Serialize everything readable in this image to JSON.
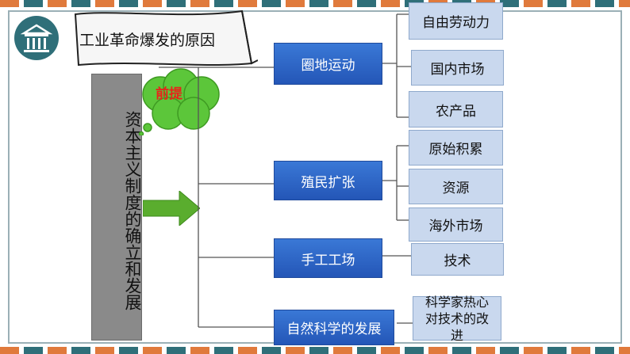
{
  "title": "工业革命爆发的原因",
  "center": "资本主义制度的确立和发展",
  "cloud_label": "前提",
  "causes": [
    {
      "label": "圈地运动",
      "effects": [
        "自由劳动力",
        "国内市场",
        "农产品"
      ]
    },
    {
      "label": "殖民扩张",
      "effects": [
        "原始积累",
        "资源",
        "海外市场"
      ]
    },
    {
      "label": "手工工场",
      "effects": [
        "技术"
      ]
    },
    {
      "label": "自然科学的发展",
      "effects": [
        "科学家热心对技术的改进"
      ]
    }
  ],
  "icons": {
    "logo": "classical-building-icon",
    "arrow": "right-arrow-icon"
  },
  "colors": {
    "accent": "#2f6f79",
    "node_blue": "#2f66c8",
    "node_light": "#c9d8ee",
    "arrow_green": "#5aad2e",
    "cloud_green": "#5cc63a",
    "stripe_orange": "#e07a3c"
  }
}
